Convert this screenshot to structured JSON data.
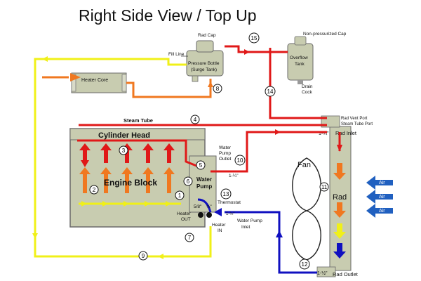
{
  "title": "Right Side View  / Top Up",
  "labels": {
    "rad_cap": "Rad Cap",
    "non_pressurized_cap": "Non-pressurized Cap",
    "fill_line": "Fill Line",
    "pressure_bottle": "Pressure Bottle",
    "surge_tank": "(Surge Tank)",
    "overflow_tank_1": "Overflow",
    "overflow_tank_2": "Tank",
    "drain_cock_1": "Drain",
    "drain_cock_2": "Cock",
    "heater_core": "Heater Core",
    "steam_tube": "Steam Tube",
    "rad_vent_port": "Rad Vent Port",
    "steam_tube_port": "Steam Tube Port",
    "rad_inlet": "Rad Inlet",
    "rad_inlet_size": "1-¼\"",
    "cylinder_head": "Cylinder Head",
    "water_pump_outlet_1": "Water",
    "water_pump_outlet_2": "Pump",
    "water_pump_outlet_3": "Outlet",
    "outlet_size": "1-¼\"",
    "engine_block": "Engine Block",
    "water_pump_1": "Water",
    "water_pump_2": "Pump",
    "thermostat": "Thermostat",
    "heater_out_1": "Heater",
    "heater_out_2": "OUT",
    "heater_in_1": "Heater",
    "heater_in_2": "IN",
    "hose_size_58": "5/8\"",
    "hose_size_34": "¾\"",
    "inlet_size": "1-½\"",
    "water_pump_inlet_1": "Water Pump",
    "water_pump_inlet_2": "Inlet",
    "fan": "Fan",
    "rad": "Rad",
    "rad_outlet": "Rad Outlet",
    "outlet_size_bottom": "1-½\"",
    "air_1": "Air",
    "air_2": "Air",
    "air_3": "Air"
  },
  "markers": [
    "1",
    "2",
    "3",
    "4",
    "5",
    "6",
    "7",
    "8",
    "9",
    "10",
    "11",
    "12",
    "13",
    "14",
    "15"
  ],
  "colors": {
    "red": "#e01818",
    "orange": "#f07820",
    "yellow": "#f0f018",
    "blue": "#1010c0",
    "engine_fill": "#c8ccb0",
    "air_arrow": "#2060c0"
  }
}
